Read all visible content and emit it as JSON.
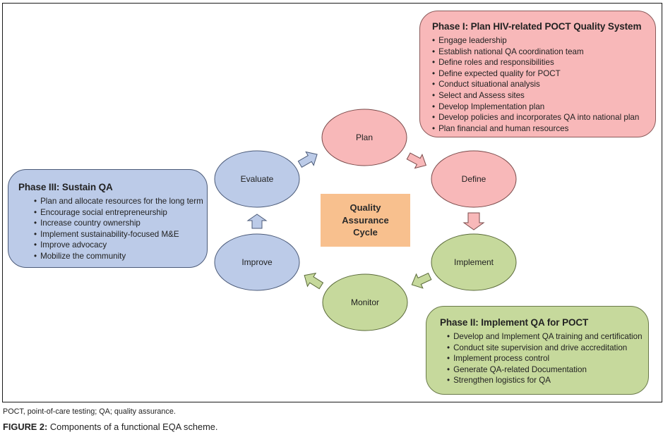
{
  "diagram": {
    "center": [
      "Quality",
      "Assurance",
      "Cycle"
    ],
    "nodes": [
      {
        "id": "plan",
        "label": "Plan",
        "phase": "I"
      },
      {
        "id": "define",
        "label": "Define",
        "phase": "I"
      },
      {
        "id": "implement",
        "label": "Implement",
        "phase": "II"
      },
      {
        "id": "monitor",
        "label": "Monitor",
        "phase": "II"
      },
      {
        "id": "improve",
        "label": "Improve",
        "phase": "III"
      },
      {
        "id": "evaluate",
        "label": "Evaluate",
        "phase": "III"
      }
    ],
    "cycle_order": [
      "Plan",
      "Define",
      "Implement",
      "Monitor",
      "Improve",
      "Evaluate",
      "Plan"
    ],
    "colors": {
      "phase1_fill": "#f8b8b9",
      "phase1_stroke": "#8a5a5a",
      "phase2_fill": "#c6d99c",
      "phase2_stroke": "#6a7a4a",
      "phase3_fill": "#bccbe8",
      "phase3_stroke": "#4b5a78",
      "center_fill": "#f8c08e"
    },
    "phases": {
      "phase1": {
        "title": "Phase I: Plan HIV-related POCT Quality System",
        "items": [
          "Engage leadership",
          "Establish national QA coordination team",
          "Define roles and responsibilities",
          "Define expected quality for POCT",
          "Conduct situational analysis",
          "Select and Assess sites",
          "Develop Implementation plan",
          "Develop policies and incorporates QA into national plan",
          "Plan financial and human resources"
        ]
      },
      "phase2": {
        "title": "Phase II: Implement QA for POCT",
        "items": [
          "Develop and Implement QA training and certification",
          "Conduct site supervision and drive accreditation",
          "Implement process control",
          "Generate QA-related Documentation",
          "Strengthen logistics for QA"
        ]
      },
      "phase3": {
        "title": "Phase III: Sustain QA",
        "items": [
          "Plan and allocate resources for the long term",
          "Encourage social entrepreneurship",
          "Increase country ownership",
          "Implement sustainability-focused M&E",
          "Improve advocacy",
          "Mobilize the community"
        ]
      }
    }
  },
  "footnote": "POCT, point-of-care testing; QA; quality assurance.",
  "caption": {
    "label": "FIGURE 2:",
    "text": " Components of a functional EQA scheme."
  }
}
